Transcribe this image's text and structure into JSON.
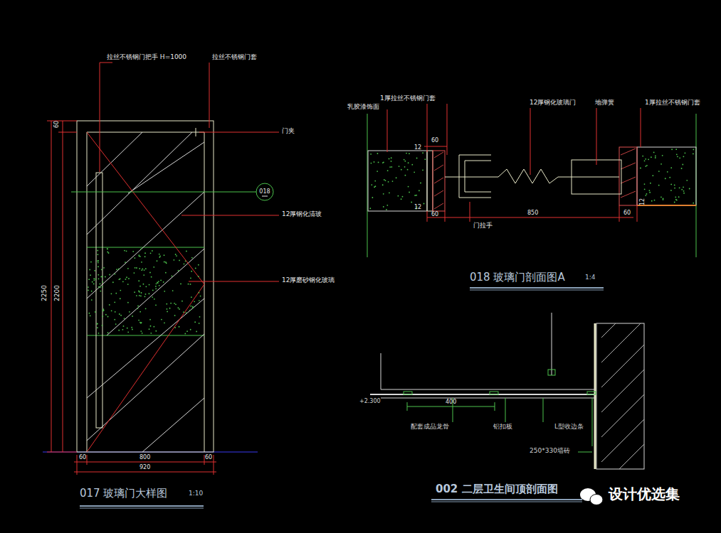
{
  "diagram": {
    "nodes": [
      {
        "text": [
          "018"
        ]
      }
    ],
    "labels": [
      "拉丝不锈钢门把手 H=1000",
      "拉丝不锈钢门套",
      "门夹",
      "12厚钢化清玻",
      "12厚磨砂钢化玻璃",
      "60",
      "2250",
      "2200",
      "60",
      "800",
      "60",
      "920",
      "017 玻璃门大样图",
      "1:10",
      "乳胶漆饰面",
      "1厚拉丝不锈钢门套",
      "12厚钢化玻璃门",
      "地弹簧",
      "1厚拉丝不锈钢门套",
      "60",
      "12",
      "12",
      "60",
      "850",
      "60",
      "12",
      "门拉手",
      "018 玻璃门剖面图A",
      "1:4",
      "+2.300",
      "400",
      "配套成品龙骨",
      "铝扣板",
      "L型收边条",
      "250*330墙砖",
      "002 二层卫生间顶剖面图",
      "设计优选集"
    ]
  }
}
